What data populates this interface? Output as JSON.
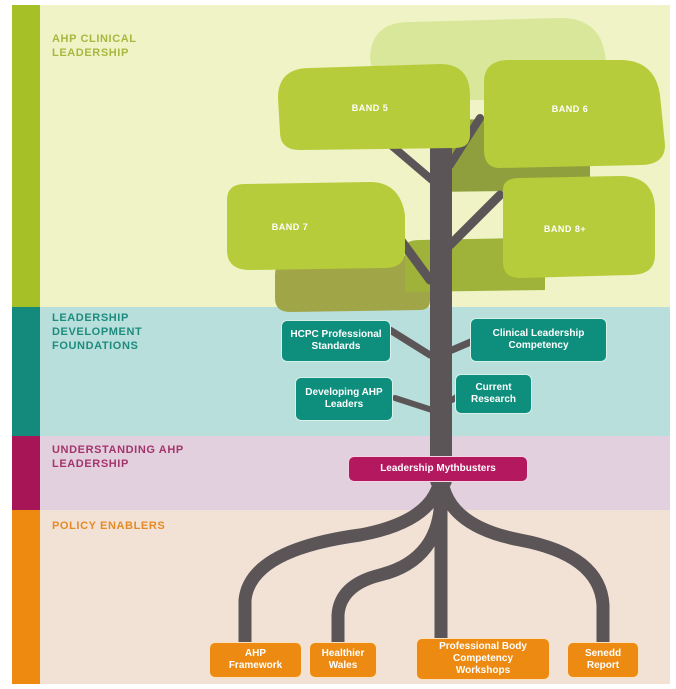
{
  "sections": {
    "clinical": {
      "label": "AHP CLINICAL\nLEADERSHIP",
      "color": "#a6c028",
      "bg": "#eff3c6",
      "text_color": "#a7b840"
    },
    "foundations": {
      "label": "LEADERSHIP\nDEVELOPMENT\nFOUNDATIONS",
      "color": "#138a7b",
      "bg": "#b9dfdd",
      "text_color": "#1d8b7d"
    },
    "understanding": {
      "label": "UNDERSTANDING AHP\nLEADERSHIP",
      "color": "#a81556",
      "bg": "#e3d0df",
      "text_color": "#a3356a"
    },
    "policy": {
      "label": "POLICY ENABLERS",
      "color": "#ee8a0f",
      "bg": "#f2e2d6",
      "text_color": "#e58a24"
    }
  },
  "leaves": {
    "band5": "BAND 5",
    "band6": "BAND 6",
    "band7": "BAND 7",
    "band8": "BAND 8+"
  },
  "foundations_boxes": {
    "hcpc": "HCPC Professional\nStandards",
    "clinical_competency": "Clinical Leadership\nCompetency",
    "developing": "Developing AHP\nLeaders",
    "research": "Current\nResearch"
  },
  "understanding_boxes": {
    "mythbusters": "Leadership Mythbusters"
  },
  "policy_boxes": {
    "framework": "AHP\nFramework",
    "healthier_wales": "Healthier\nWales",
    "professional_body": "Professional Body\nCompetency\nWorkshops",
    "senedd": "Senedd\nReport"
  },
  "colors": {
    "trunk": "#5b5558",
    "leaf_main": "#b6cc3a",
    "leaf_dark": "#9fb33a",
    "leaf_olive": "#8f9f3e",
    "leaf_light": "#d9e79a"
  }
}
